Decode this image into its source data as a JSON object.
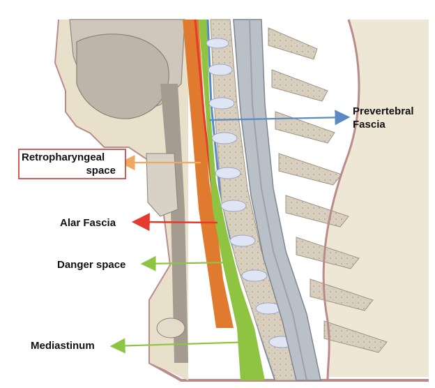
{
  "labels": {
    "prevertebral_fascia": {
      "line1": "Prevertebral",
      "line2": "Fascia"
    },
    "retropharyngeal_space": {
      "line1": "Retropharyngeal",
      "line2": "space"
    },
    "alar_fascia": "Alar Fascia",
    "danger_space": "Danger space",
    "mediastinum": "Mediastinum"
  },
  "colors": {
    "retropharyngeal_space": "#e07a2f",
    "alar_fascia": "#e53b2f",
    "danger_space": "#8fc443",
    "mediastinum": "#8fc443",
    "prevertebral_fascia": "#5b89c4",
    "retropharyngeal_arrow": "#f0a860",
    "label_box_border": "#c0392b",
    "skin_outline": "#b98b8b",
    "soft_tissue": "#e9e0cc",
    "bone": "#d8cfbf",
    "disc": "#dfe5f4",
    "spinal_cord": "#b9c0c7"
  }
}
